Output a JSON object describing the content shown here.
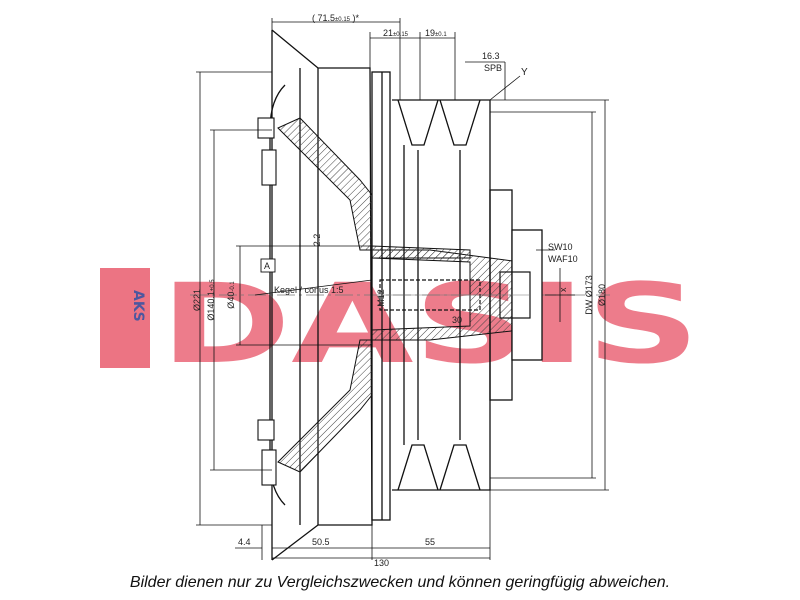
{
  "caption": "Bilder dienen nur zu Vergleichszwecken und können geringfügig abweichen.",
  "watermark": {
    "text": "DASIS",
    "side_text": "AKS",
    "color_red": "#e3334a",
    "color_blue": "#2f3a8f"
  },
  "dimensions": {
    "top_total": "( 71.5",
    "top_total_tol": "±0.15",
    "top_total_suffix": " )*",
    "top_21": "21",
    "top_21_tol": "±0.15",
    "top_19": "19",
    "top_19_tol": "±0.1",
    "groove_16_3": "16.3",
    "belt_type": "SPB",
    "y_mark": "Y",
    "dia_221": "Ø221",
    "dia_140": "Ø140.1",
    "dia_140_tol": "±0.5",
    "dia_40": "Ø40",
    "dia_40_tol": "-0.1",
    "a_box": "A",
    "cone": "Kegel / conus 1:5",
    "dim_2_2": "2.2",
    "m12": "M12",
    "len_30": "30",
    "sw10": "SW10",
    "waf10": "WAF10",
    "x_mark": "x",
    "dia_173": "DW Ø173",
    "dia_180": "Ø180",
    "bot_4_4": "4.4",
    "bot_50_5": "50.5",
    "bot_55": "55",
    "bot_130": "130"
  }
}
